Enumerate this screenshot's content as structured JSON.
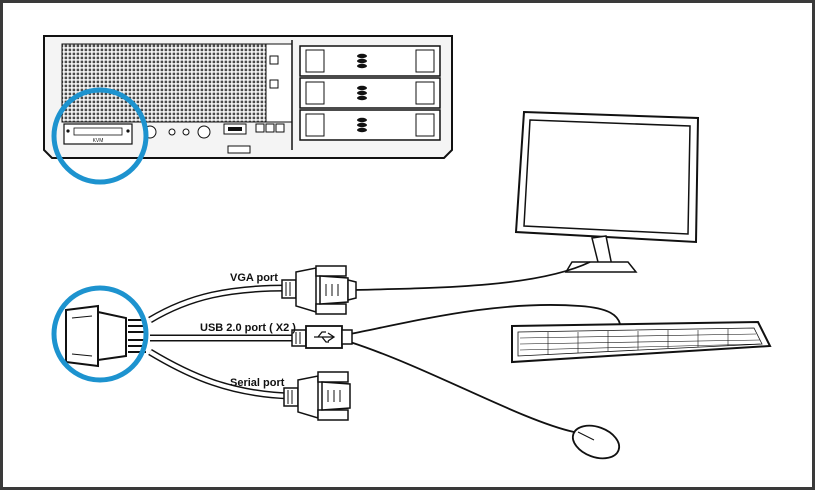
{
  "labels": {
    "vga": "VGA port",
    "usb": "USB 2.0 port ( X2 )",
    "serial": "Serial port",
    "kvm_port": "KVM"
  },
  "colors": {
    "highlight": "#1d93cf",
    "line": "#111111",
    "panel": "#f2f2f2",
    "frame": "#3a3a3a"
  },
  "icons": [
    "server-chassis",
    "drive-bay",
    "monitor",
    "keyboard",
    "mouse",
    "vga-connector",
    "usb-connector",
    "serial-connector",
    "kvm-dongle"
  ]
}
